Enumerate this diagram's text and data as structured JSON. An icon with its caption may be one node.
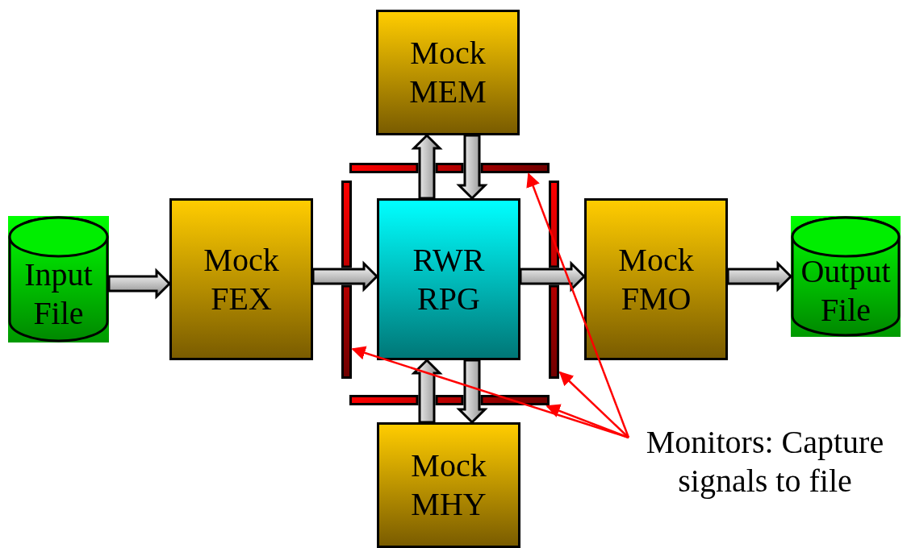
{
  "diagram": {
    "nodes": [
      {
        "text": [
          "Input File"
        ]
      },
      {
        "text": [
          "Mock FEX"
        ]
      },
      {
        "text": [
          "Mock MEM"
        ]
      },
      {
        "text": [
          "RWR RPG"
        ]
      },
      {
        "text": [
          "Mock FMO"
        ]
      },
      {
        "text": [
          "Output File"
        ]
      },
      {
        "text": [
          "Mock MHY"
        ]
      },
      {
        "text": [
          "Monitors: Capture signals to file"
        ]
      },
      {
        "text": [],
        "shape": "bar"
      },
      {
        "text": [],
        "shape": "bar"
      },
      {
        "text": [],
        "shape": "bar"
      },
      {
        "text": [],
        "shape": "bar"
      }
    ],
    "edges": [
      {
        "from": 0,
        "to": 1,
        "arrow": "to"
      },
      {
        "from": 1,
        "to": 3,
        "arrow": "to"
      },
      {
        "from": 3,
        "to": 4,
        "arrow": "to"
      },
      {
        "from": 4,
        "to": 5,
        "arrow": "to"
      },
      {
        "from": 3,
        "to": 2,
        "arrow": "to"
      },
      {
        "from": 2,
        "to": 3,
        "arrow": "to"
      },
      {
        "from": 6,
        "to": 3,
        "arrow": "to"
      },
      {
        "from": 3,
        "to": 6,
        "arrow": "to"
      },
      {
        "from": 7,
        "to": 9,
        "arrow": "to",
        "color": "#ff0000"
      },
      {
        "from": 7,
        "to": 11,
        "arrow": "to",
        "color": "#ff0000"
      },
      {
        "from": 7,
        "to": 10,
        "arrow": "to",
        "color": "#ff0000"
      },
      {
        "from": 7,
        "to": 8,
        "arrow": "to",
        "color": "#ff0000"
      }
    ]
  }
}
